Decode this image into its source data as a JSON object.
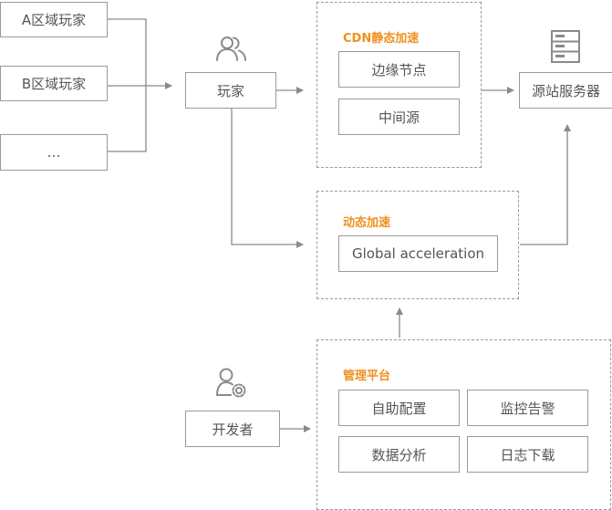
{
  "players": {
    "a": "A区域玩家",
    "b": "B区域玩家",
    "more": "…",
    "hub": "玩家"
  },
  "cdn": {
    "title": "CDN静态加速",
    "edge": "边缘节点",
    "middle": "中间源"
  },
  "origin": "源站服务器",
  "dynamic": {
    "title": "动态加速",
    "global": "Global acceleration"
  },
  "management": {
    "title": "管理平台",
    "items": [
      "自助配置",
      "监控告警",
      "数据分析",
      "日志下载"
    ]
  },
  "developer": "开发者",
  "icons": {
    "players": "users-icon",
    "developer": "user-gear-icon",
    "origin": "server-icon"
  },
  "colors": {
    "border": "#9a9a9a",
    "accent": "#f0901e",
    "text": "#555555"
  }
}
